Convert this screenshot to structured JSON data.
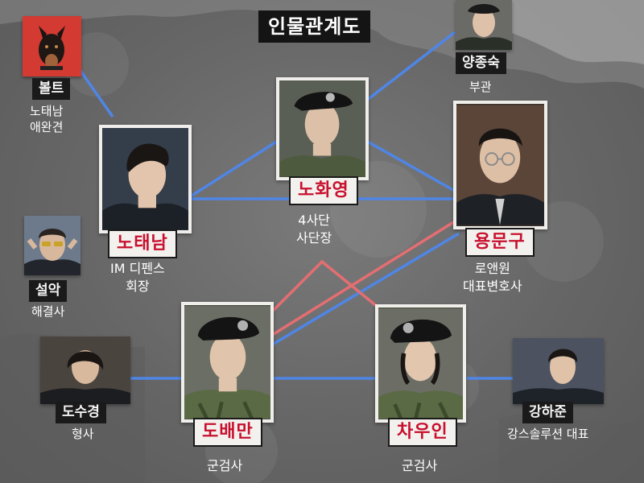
{
  "title": "인물관계도",
  "colors": {
    "line_blue": "#4f86e6",
    "line_red": "#e46e72",
    "tag_red": "#c8102e",
    "tag_dark": "#1a1a1a"
  },
  "characters": {
    "bolt": {
      "name": "볼트",
      "desc": "노태남\n애완견",
      "icon": "doberman-dog"
    },
    "notaenam": {
      "name": "노태남",
      "desc": "IM 디펜스\n회장",
      "icon": "man-portrait"
    },
    "nohwayoung": {
      "name": "노화영",
      "desc": "4사단\n사단장",
      "icon": "female-general-beret"
    },
    "yangjongsuk": {
      "name": "양종숙",
      "desc": "부관",
      "icon": "female-soldier-cap"
    },
    "yongmungu": {
      "name": "용문구",
      "desc": "로앤원\n대표변호사",
      "icon": "man-glasses-suit"
    },
    "seolak": {
      "name": "설악",
      "desc": "해결사",
      "icon": "man-sunglasses"
    },
    "dosugyeong": {
      "name": "도수경",
      "desc": "형사",
      "icon": "woman-portrait"
    },
    "dobaeman": {
      "name": "도배만",
      "desc": "군검사",
      "icon": "male-officer-beret"
    },
    "chauin": {
      "name": "차우인",
      "desc": "군검사",
      "icon": "female-officer-beret"
    },
    "kanghajun": {
      "name": "강하준",
      "desc": "강스솔루션 대표",
      "icon": "man-suit"
    }
  },
  "relations": [
    {
      "from": "bolt",
      "to": "notaenam",
      "color": "blue"
    },
    {
      "from": "notaenam",
      "to": "nohwayoung",
      "color": "blue"
    },
    {
      "from": "notaenam",
      "to": "yongmungu",
      "color": "blue"
    },
    {
      "from": "nohwayoung",
      "to": "yangjongsuk",
      "color": "blue"
    },
    {
      "from": "nohwayoung",
      "to": "yongmungu",
      "color": "blue"
    },
    {
      "from": "dosugyeong",
      "to": "dobaeman",
      "color": "blue"
    },
    {
      "from": "dobaeman",
      "to": "chauin",
      "color": "blue"
    },
    {
      "from": "chauin",
      "to": "kanghajun",
      "color": "blue"
    },
    {
      "from": "yongmungu",
      "to": "dobaeman",
      "color": "blue"
    },
    {
      "from": "yongmungu",
      "to": "dobaeman",
      "color": "red"
    },
    {
      "from": "dobaeman",
      "to": "chauin",
      "color": "red",
      "via": "peak"
    }
  ]
}
